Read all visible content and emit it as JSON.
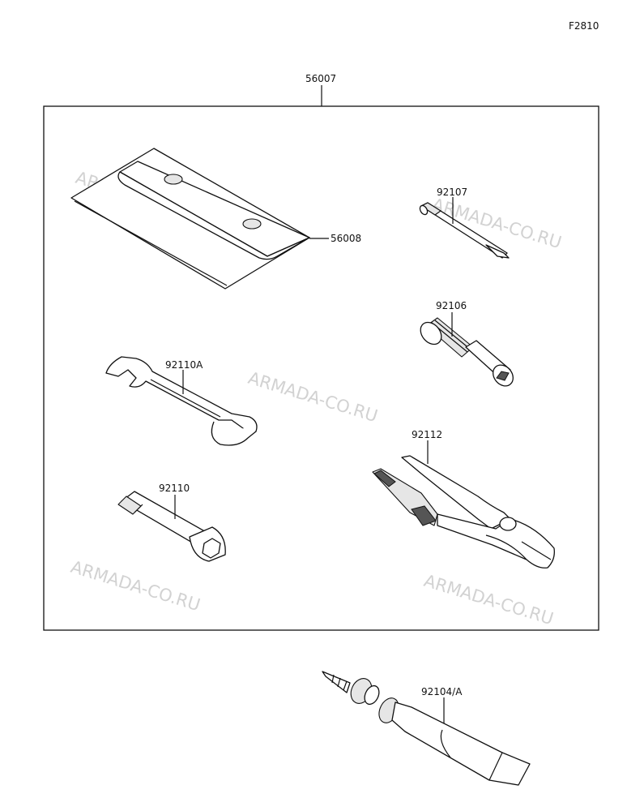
{
  "figure_code": "F2810",
  "watermark": "ARMADA-CO.RU",
  "parts": {
    "kit": "56007",
    "bag": "56008",
    "screwdriver_bit": "92107",
    "screwdriver_handle": "92106",
    "wrench": "92110A",
    "pliers": "92112",
    "plug_wrench": "92110",
    "sealant_tube": "92104/A"
  }
}
